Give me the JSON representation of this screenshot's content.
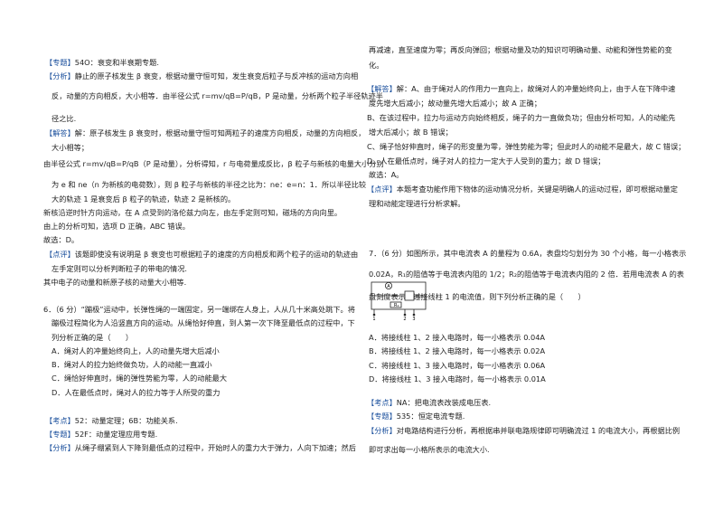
{
  "left": {
    "lines": [
      {
        "tag": "【专题】",
        "text": "54O：衰变和半衰期专题."
      },
      {
        "tag": "【分析】",
        "text": "静止的原子核发生 β 衰变，根据动量守恒可知，发生衰变后粒子与反冲核的运动方向相"
      },
      {
        "tag": "",
        "text": "反，动量的方向相反，大小相等．由半径公式 r=mv/qB=P/qB，P 是动量，分析两个粒子半径轨迹半"
      },
      {
        "tag": "",
        "text": "径之比."
      },
      {
        "tag": "【解答】",
        "text": "解：原子核发生 β 衰变时，根据动量守恒可知两粒子的速度方向相反，动量的方向相反，"
      },
      {
        "tag": "",
        "text": "大小相等；"
      },
      {
        "tag": "",
        "text": "由半径公式 r=mv/qB=P/qB（P 是动量），分析得知，r 与电荷量成反比，β 粒子与新核的电量大小分别"
      },
      {
        "tag": "",
        "text": "为 e 和 ne（n 为新核的电荷数），则 β 粒子与新核的半径之比为：ne：e=n：1．所以半径比较"
      },
      {
        "tag": "",
        "text": "大的轨迹 1 是衰变后 β 粒子的轨迹，轨迹 2 是新核的。"
      },
      {
        "tag": "",
        "text": "新核沿逆时针方向运动，在 A 点受到的洛伦兹力向左，由左手定则可知，磁场的方向向里。"
      },
      {
        "tag": "",
        "text": "由上的分析可知，选项 D 正确，ABC 错误。"
      },
      {
        "tag": "",
        "text": "故选：D。"
      },
      {
        "tag": "【点评】",
        "text": "该题即使没有说明是 β 衰变也可根据粒子的速度的方向相反和两个粒子的运动的轨迹由"
      },
      {
        "tag": "",
        "text": "左手定则可以分析判断粒子的带电的情况."
      },
      {
        "tag": "",
        "text": "其中电子的动量和新原子核的动量大小相等."
      },
      {
        "tag": "",
        "text": "6．（6 分）“蹦极”运动中，长弹性绳的一端固定，另一端绑在人身上，人从几十米高处跳下。将"
      },
      {
        "tag": "",
        "text": "蹦极过程简化为人沿竖直方向的运动。从绳恰好伸直，到人第一次下降至最低点的过程中，下"
      },
      {
        "tag": "",
        "text": "列分析正确的是（　　）"
      },
      {
        "tag": "",
        "text": "A．绳对人的冲量始终向上，人的动量先增大后减小"
      },
      {
        "tag": "",
        "text": "B．绳对人的拉力始终做负功，人的动能一直减小"
      },
      {
        "tag": "",
        "text": "C．绳恰好伸直时，绳的弹性势能为零，人的动能最大"
      },
      {
        "tag": "",
        "text": "D．人在最低点时，绳对人的拉力等于人所受的重力"
      },
      {
        "tag": "【考点】",
        "text": "52：动量定理；6B：功能关系."
      },
      {
        "tag": "【专题】",
        "text": "52F：动量定理应用专题."
      },
      {
        "tag": "【分析】",
        "text": "从绳子绷紧到人下降到最低点的过程中，开始时人的重力大于弹力，人向下加速；然后"
      }
    ]
  },
  "right": {
    "lines": [
      {
        "tag": "",
        "text": "再减速，直至速度为零；再反向弹回；根据动量及功的知识可明确动量、动能和弹性势能的变"
      },
      {
        "tag": "",
        "text": "化。"
      },
      {
        "tag": "【解答】",
        "text": "解：A、由于绳对人的作用力一直向上，故绳对人的冲量始终向上，由于人在下降中速"
      },
      {
        "tag": "",
        "text": "度先增大后减小；故动量先增大后减小；故 A 正确；"
      },
      {
        "tag": "",
        "text": "B、在该过程中，拉力与运动方向始终相反，绳子的力一直做负功；但由分析可知，人的动能先"
      },
      {
        "tag": "",
        "text": "增大后减小；故 B 错误；"
      },
      {
        "tag": "",
        "text": "C、绳子恰好伸直时，绳子的形变量为零，弹性势能为零；但此时人的动能不是最大，故 C 错误；"
      },
      {
        "tag": "",
        "text": "D、人在最低点时，绳子对人的拉力一定大于人受到的重力；故 D 错误；"
      },
      {
        "tag": "",
        "text": "故选：A。"
      },
      {
        "tag": "【点评】",
        "text": "本题考查功能作用下物体的运动情况分析，关键是明确人的运动过程，即可根据动量定"
      },
      {
        "tag": "",
        "text": "理和动能定理进行分析求解。"
      },
      {
        "tag": "",
        "text": "7．（6 分）如图所示，其中电流表 A 的量程为 0.6A，表盘均匀划分为 30 个小格，每一小格表示"
      },
      {
        "tag": "",
        "text": "0.02A，R₁的阻值等于电流表内阻的 1/2；R₂的阻值等于电流表内阻的 2 倍．若用电流表 A 的表"
      },
      {
        "tag": "",
        "text": "盘刻度表示流过接线柱 1 的电流值，则下列分析正确的是（　　）"
      },
      {
        "tag": "",
        "text": "A．将接线柱 1、2 接入电路时，每一小格表示 0.04A"
      },
      {
        "tag": "",
        "text": "B．将接线柱 1、2 接入电路时，每一小格表示 0.02A"
      },
      {
        "tag": "",
        "text": "C．将接线柱 1、3 接入电路时，每一小格表示 0.06A"
      },
      {
        "tag": "",
        "text": "D．将接线柱 1、3 接入电路时，每一小格表示 0.01A"
      },
      {
        "tag": "【考点】",
        "text": "NA：把电流表改装成电压表."
      },
      {
        "tag": "【专题】",
        "text": "535：恒定电流专题."
      },
      {
        "tag": "【分析】",
        "text": "对电路结构进行分析，再根据串并联电路规律即可明确流过 1 的电流大小，再根据比例"
      },
      {
        "tag": "",
        "text": "即可求出每一小格所表示的电流大小."
      }
    ]
  },
  "circuit": {
    "ammeter": "A",
    "r1": "R₁",
    "r2": "R₂",
    "terminals": [
      "1",
      "2",
      "3"
    ]
  }
}
